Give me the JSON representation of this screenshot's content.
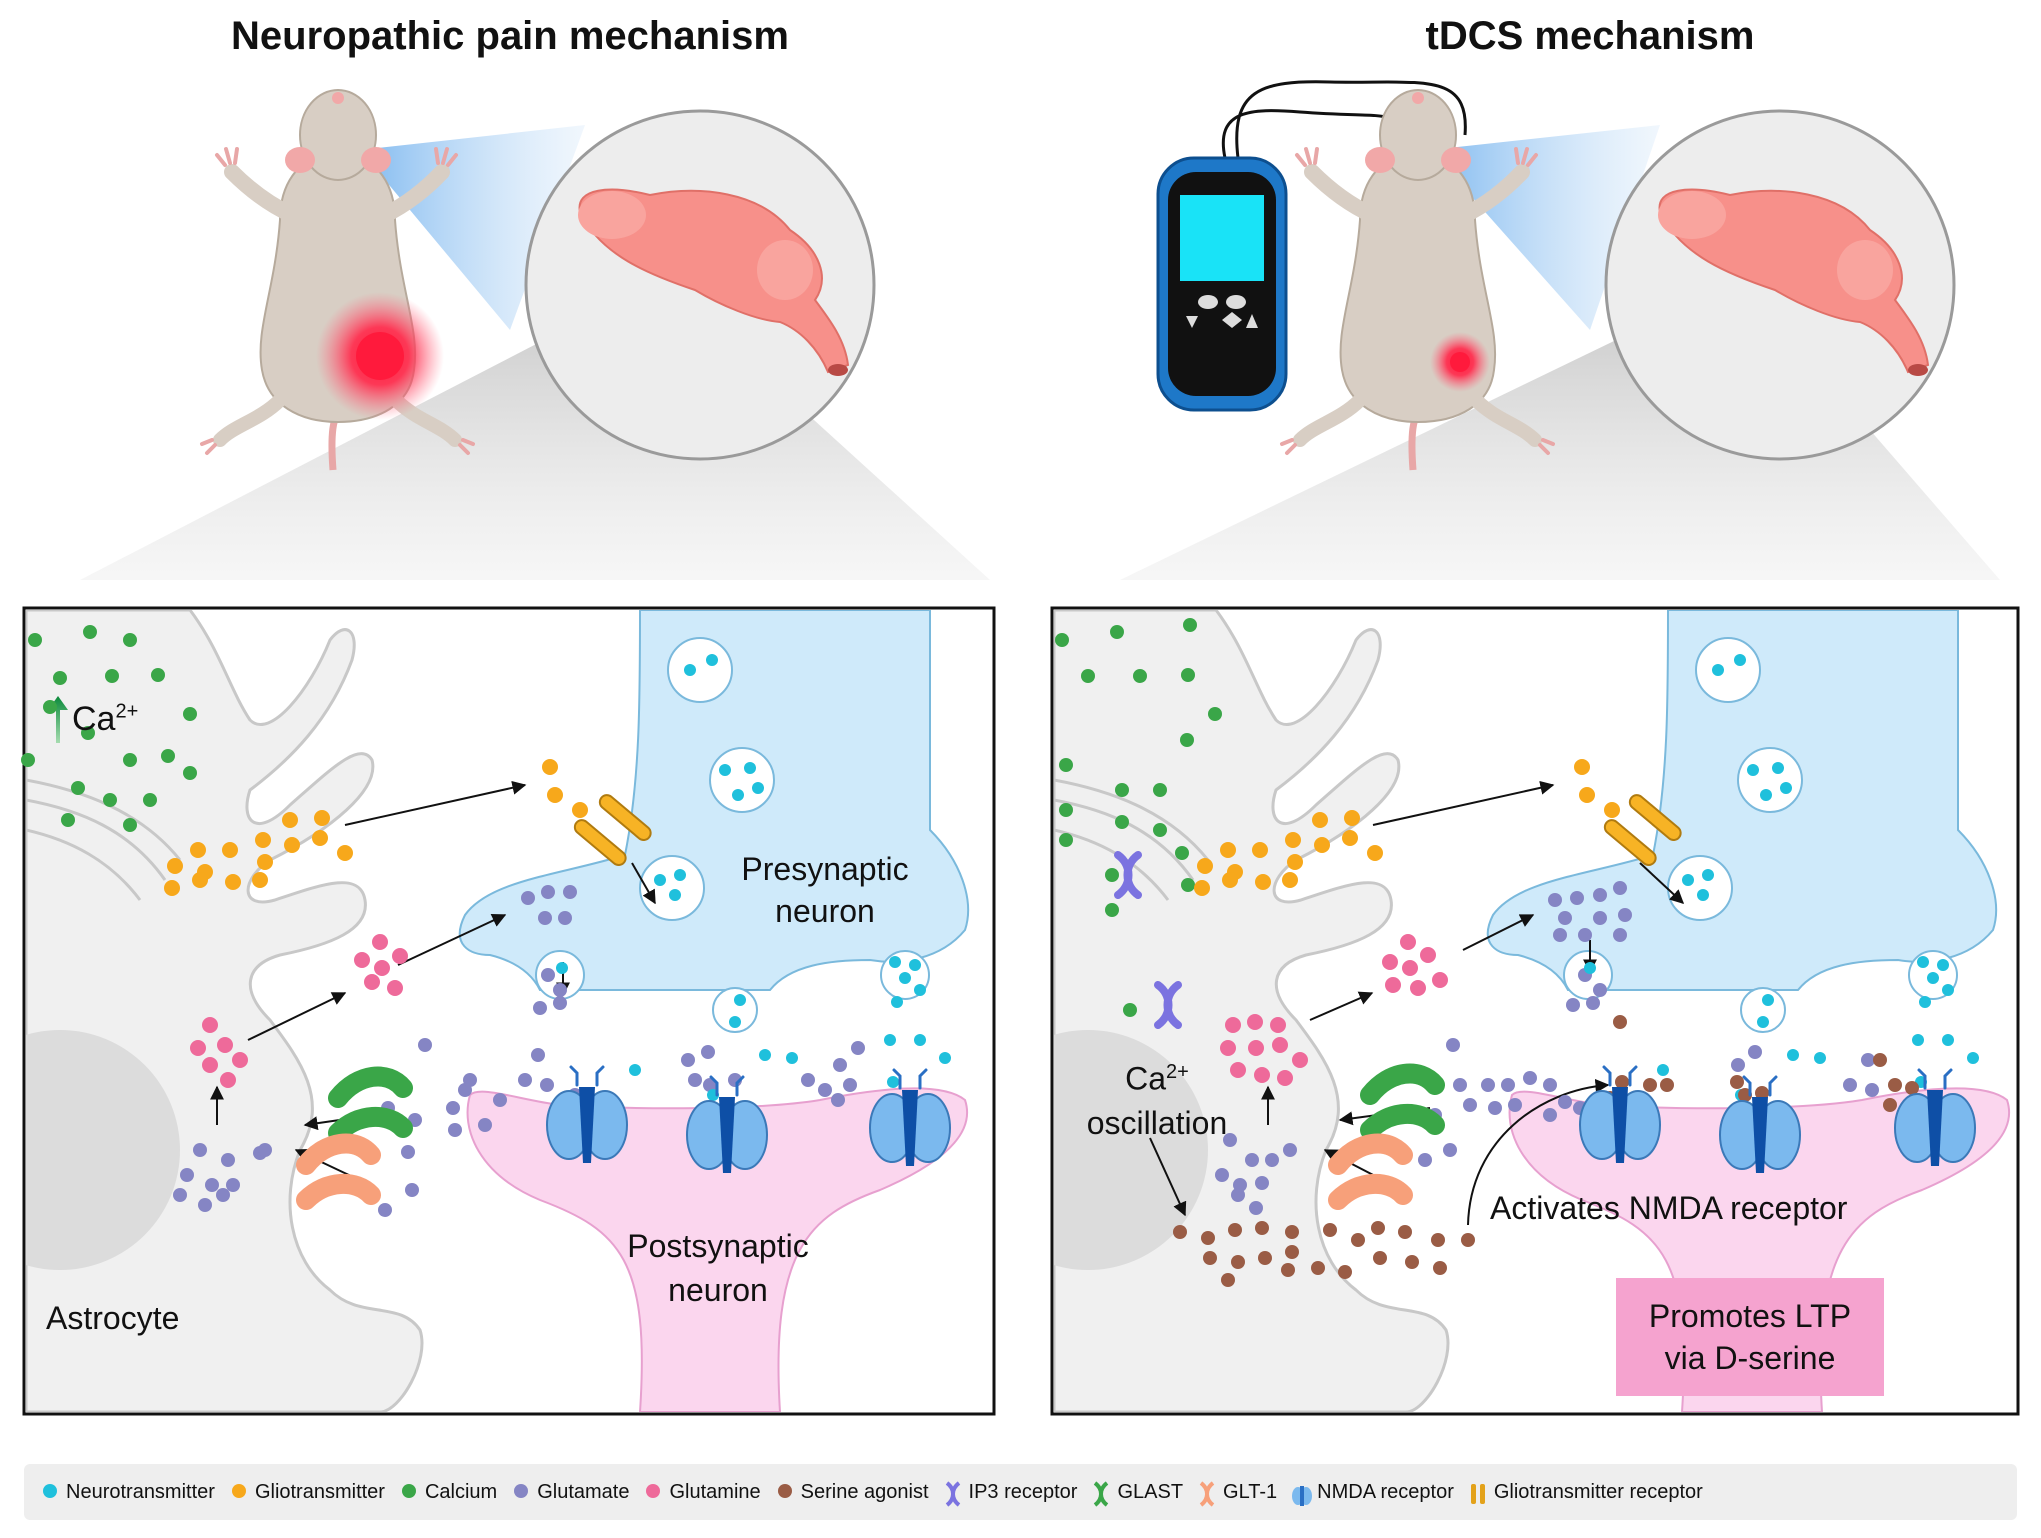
{
  "titles": {
    "left": "Neuropathic pain mechanism",
    "right": "tDCS mechanism"
  },
  "labels": {
    "ca_up": "Ca",
    "ca_sup": "2+",
    "presynaptic_1": "Presynaptic",
    "presynaptic_2": "neuron",
    "postsynaptic_1": "Postsynaptic",
    "postsynaptic_2": "neuron",
    "astrocyte": "Astrocyte",
    "ca_osc_1": "Ca",
    "ca_osc_sup": "2+",
    "ca_osc_2": "oscillation",
    "activates": "Activates NMDA receptor",
    "ltp_1": "Promotes LTP",
    "ltp_2": "via D-serine"
  },
  "legend": [
    {
      "label": "Neurotransmitter",
      "icon": "dot-icon",
      "color": "#1fc0dc"
    },
    {
      "label": "Gliotransmitter",
      "icon": "dot-icon",
      "color": "#f7a81b"
    },
    {
      "label": "Calcium",
      "icon": "dot-icon",
      "color": "#3aa648"
    },
    {
      "label": "Glutamate",
      "icon": "dot-icon",
      "color": "#8585c4"
    },
    {
      "label": "Glutamine",
      "icon": "dot-icon",
      "color": "#ee6a9a"
    },
    {
      "label": "Serine agonist",
      "icon": "dot-icon",
      "color": "#9a5c45"
    },
    {
      "label": "IP3 receptor",
      "icon": "ip3-receptor-icon",
      "color": "#7b73e0"
    },
    {
      "label": "GLAST",
      "icon": "glast-icon",
      "color": "#3aa648"
    },
    {
      "label": "GLT-1",
      "icon": "glt1-icon",
      "color": "#f7a07a"
    },
    {
      "label": "NMDA receptor",
      "icon": "nmda-receptor-icon",
      "color": "#2a6fc4"
    },
    {
      "label": "Gliotransmitter receptor",
      "icon": "gliotransmitter-receptor-icon",
      "color": "#e3a21a"
    }
  ]
}
